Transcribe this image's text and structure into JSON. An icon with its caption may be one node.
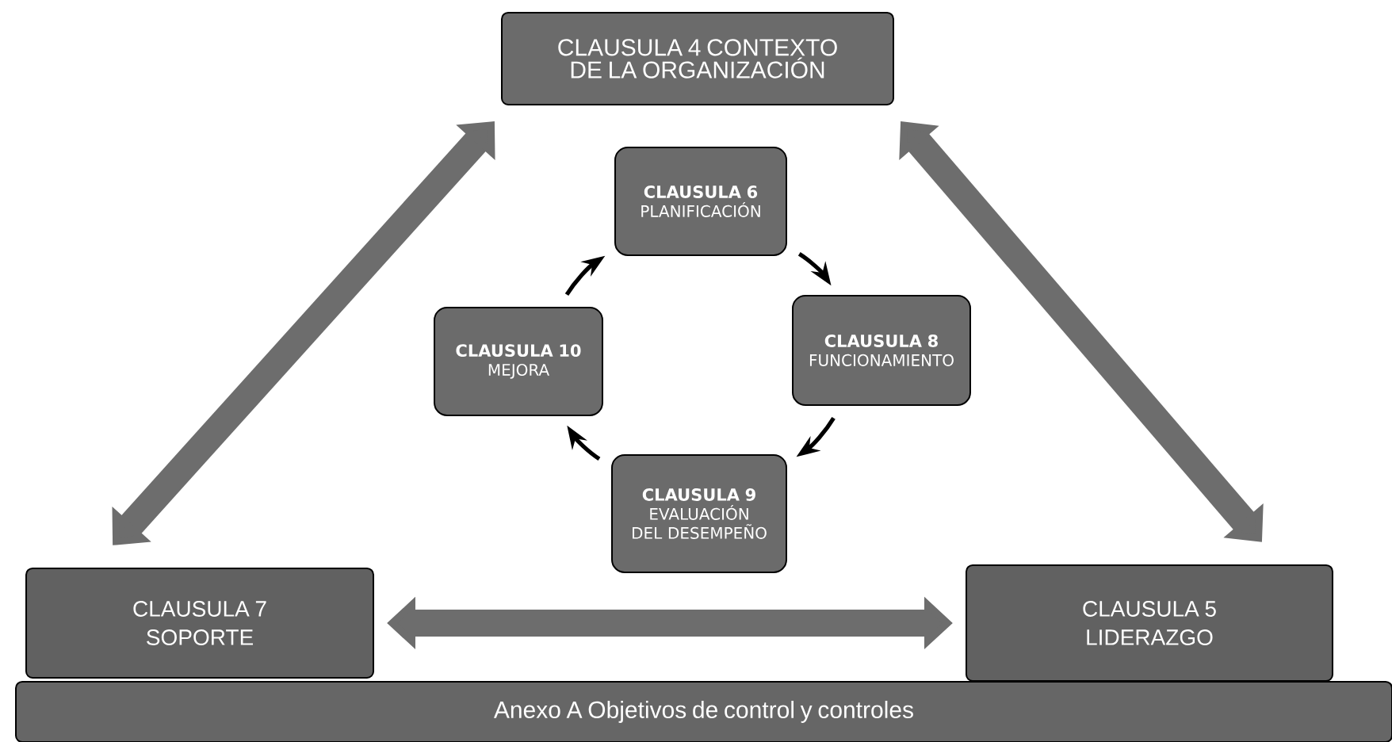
{
  "diagram": {
    "nodes": [
      {
        "text": [
          "CLAUSULA 4 CONTEXTO DE LA ORGANIZACIÓN"
        ]
      },
      {
        "text": [
          "CLAUSULA 6",
          "PLANIFICACIÓN"
        ]
      },
      {
        "text": [
          "CLAUSULA 8",
          "FUNCIONAMIENTO"
        ]
      },
      {
        "text": [
          "CLAUSULA 9",
          "EVALUACIÓN DEL DESEMPEÑO"
        ]
      },
      {
        "text": [
          "CLAUSULA 10",
          "MEJORA"
        ]
      },
      {
        "text": [
          "CLAUSULA 7",
          "SOPORTE"
        ]
      },
      {
        "text": [
          "CLAUSULA  5",
          "LIDERAZGO"
        ]
      },
      {
        "text": [
          "Anexo A  Objetivos de control y controles"
        ]
      }
    ],
    "edges": [
      {
        "from": 0,
        "to": 5,
        "arrow": "both",
        "style": "thick",
        "color": "#6d6d6d"
      },
      {
        "from": 0,
        "to": 6,
        "arrow": "both",
        "style": "thick",
        "color": "#6d6d6d"
      },
      {
        "from": 5,
        "to": 6,
        "arrow": "both",
        "style": "thick",
        "color": "#6d6d6d"
      },
      {
        "from": 1,
        "to": 2,
        "arrow": "to"
      },
      {
        "from": 2,
        "to": 3,
        "arrow": "to"
      },
      {
        "from": 3,
        "to": 4,
        "arrow": "to"
      },
      {
        "from": 4,
        "to": 1,
        "arrow": "to"
      }
    ]
  }
}
